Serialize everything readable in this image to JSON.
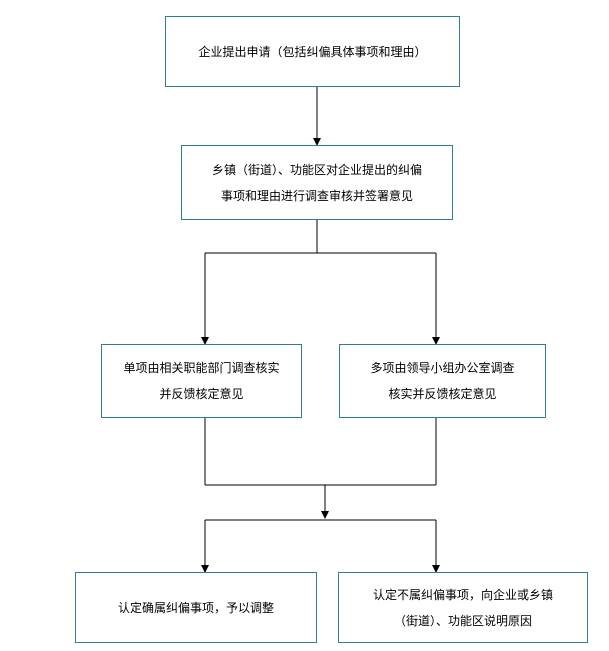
{
  "flowchart": {
    "nodes": {
      "submit": {
        "lines": [
          "企业提出申请（包括纠偏具体事项和理由）"
        ]
      },
      "township_review": {
        "lines": [
          "乡镇（街道）、功能区对企业提出的纠偏",
          "事项和理由进行调查审核并签署意见"
        ]
      },
      "single_item": {
        "lines": [
          "单项由相关职能部门调查核实",
          "并反馈核定意见"
        ]
      },
      "multi_item": {
        "lines": [
          "多项由领导小组办公室调查",
          "核实并反馈核定意见"
        ]
      },
      "confirmed": {
        "lines": [
          "认定确属纠偏事项，予以调整"
        ]
      },
      "not_confirmed": {
        "lines": [
          "认定不属纠偏事项，向企业或乡镇",
          "（街道）、功能区说明原因"
        ]
      }
    },
    "colors": {
      "box_border": "#2f7f8f",
      "connector": "#000000",
      "text": "#000000"
    }
  }
}
